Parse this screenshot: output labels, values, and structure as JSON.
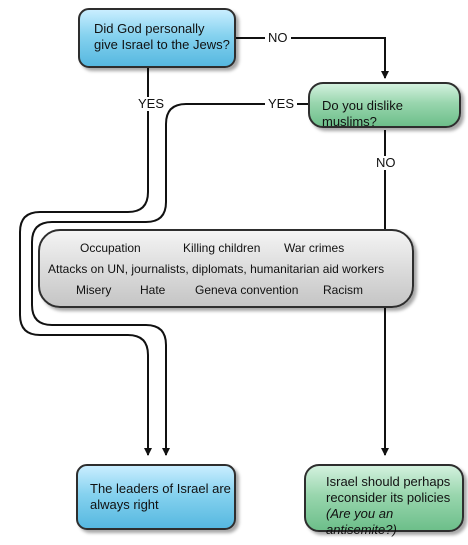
{
  "nodes": {
    "question1": [
      "Did God personally",
      "give Israel to the Jews?"
    ],
    "question2": "Do you dislike muslims?",
    "concerns": {
      "row1": [
        "Occupation",
        "Killing children",
        "War crimes"
      ],
      "row2": "Attacks on UN, journalists, diplomats, humanitarian aid workers",
      "row3": [
        "Misery",
        "Hate",
        "Geneva convention",
        "Racism"
      ]
    },
    "answer_left": [
      "The leaders of Israel are",
      "always right"
    ],
    "answer_right": [
      "Israel should perhaps",
      "reconsider its policies",
      "(Are you an antisemite?)"
    ]
  },
  "edges": {
    "no_1": "NO",
    "yes_1": "YES",
    "yes_2": "YES",
    "no_2": "NO"
  },
  "colors": {
    "question_blue": "#86d2ef",
    "question_green": "#99d6ae",
    "concerns_gray": "#dcdcdc",
    "line": "#111111"
  }
}
